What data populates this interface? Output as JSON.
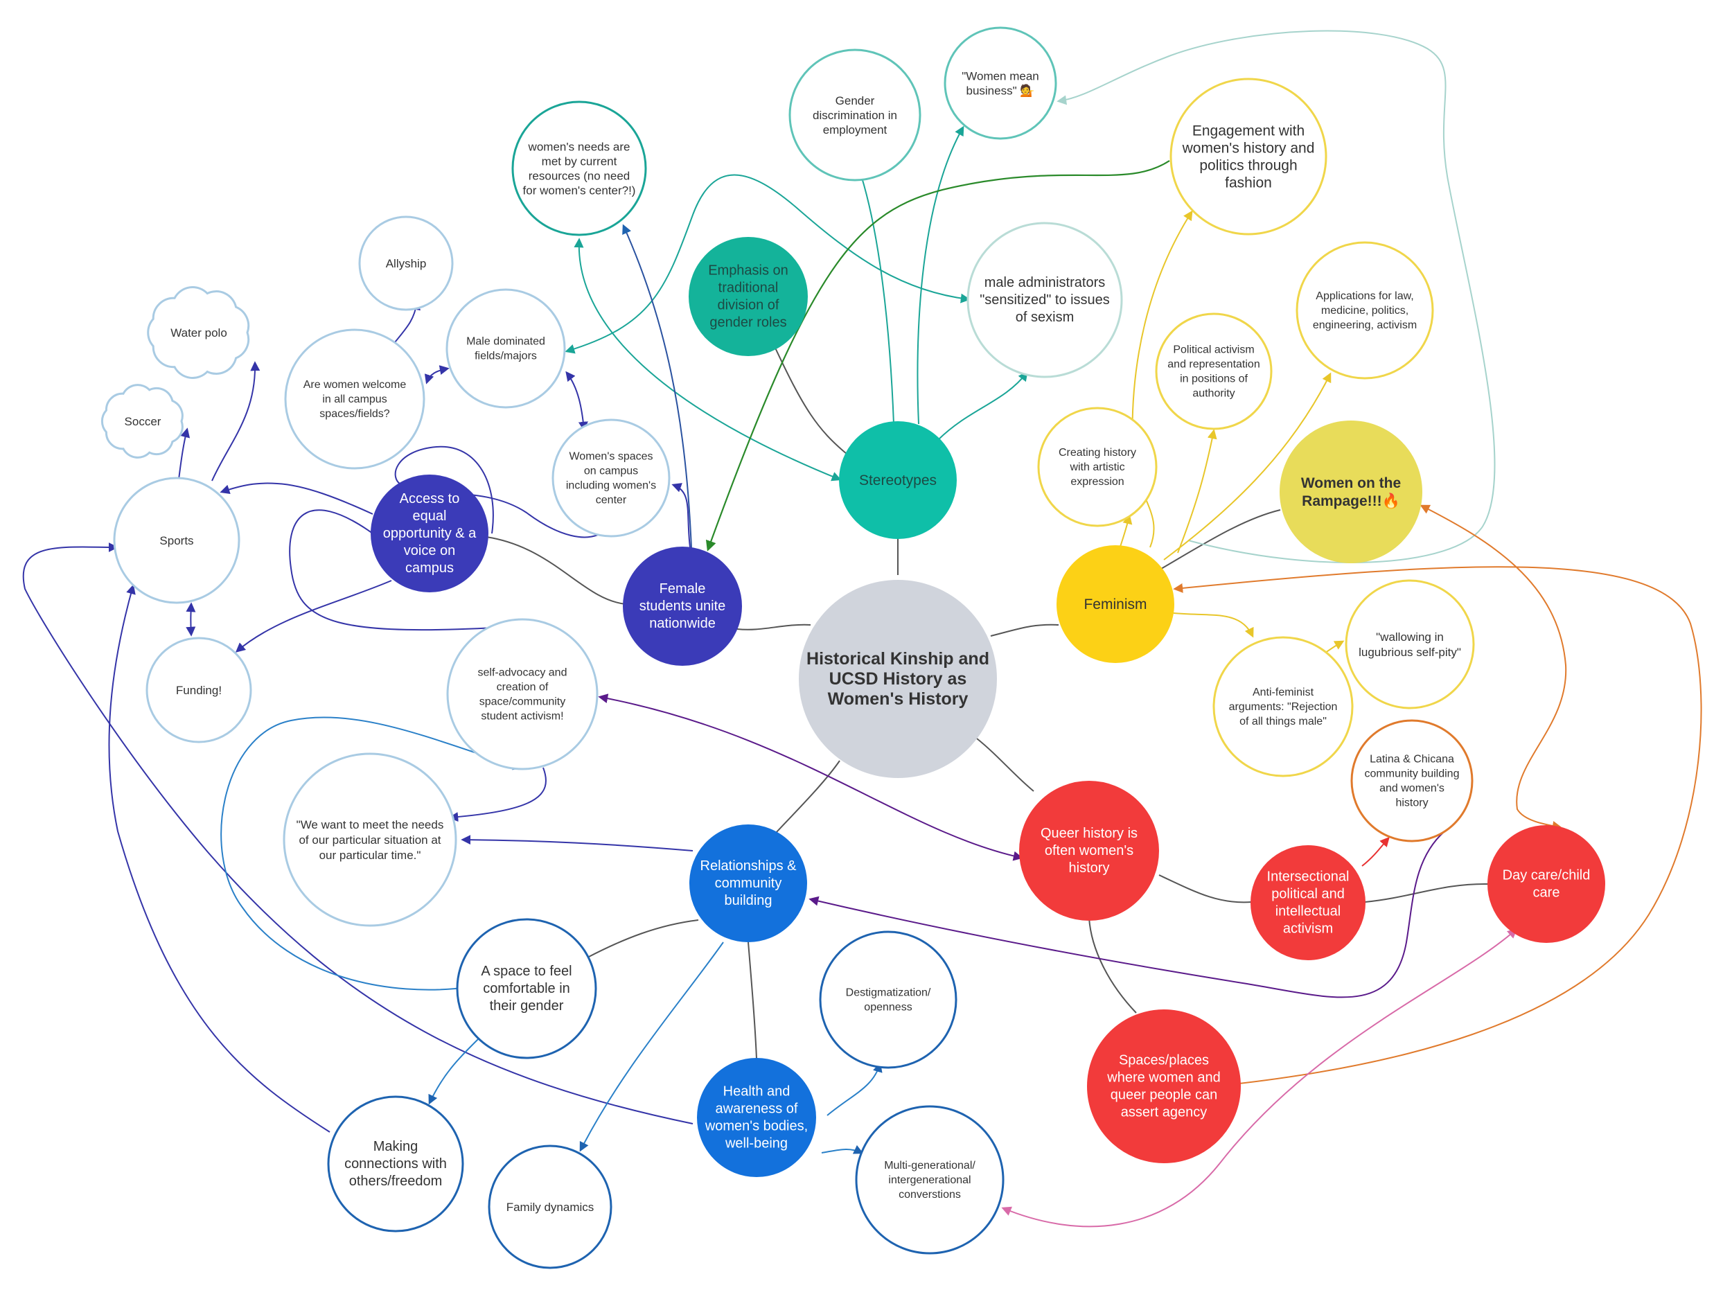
{
  "nodes": [
    {
      "id": "center",
      "lines": [
        "Historical Kinship and",
        "UCSD History as",
        "Women's History"
      ],
      "fill": "#d0d4dc",
      "stroke": "#d0d4dc",
      "text_color": "#333333",
      "bold": true
    },
    {
      "id": "stereotypes",
      "lines": [
        "Stereotypes"
      ],
      "fill": "#0fbfa8",
      "stroke": "#0fbfa8",
      "text_color": "#1d4a44"
    },
    {
      "id": "emphasis",
      "lines": [
        "Emphasis on",
        "traditional",
        "division of",
        "gender roles"
      ],
      "fill": "#14b39a",
      "stroke": "#14b39a",
      "text_color": "#1d4a44"
    },
    {
      "id": "gender-disc",
      "lines": [
        "Gender",
        "discrimination in",
        "employment"
      ],
      "fill": "#ffffff",
      "stroke": "#5fc4b8",
      "text_color": "#333333"
    },
    {
      "id": "women-mean",
      "lines": [
        "\"Women mean",
        "business\" 💁"
      ],
      "fill": "#ffffff",
      "stroke": "#5fc4b8",
      "text_color": "#333333"
    },
    {
      "id": "needs-met",
      "lines": [
        "women's needs are",
        "met by current",
        "resources (no need",
        "for women's center?!)"
      ],
      "fill": "#ffffff",
      "stroke": "#1aa597",
      "text_color": "#333333"
    },
    {
      "id": "male-admin",
      "lines": [
        "male administrators",
        "\"sensitized\" to issues",
        "of sexism"
      ],
      "fill": "#ffffff",
      "stroke": "#b9dcd6",
      "text_color": "#333333"
    },
    {
      "id": "engagement",
      "lines": [
        "Engagement with",
        "women's history and",
        "politics through",
        "fashion"
      ],
      "fill": "#ffffff",
      "stroke": "#f0d64a",
      "text_color": "#333333"
    },
    {
      "id": "applications",
      "lines": [
        "Applications for law,",
        "medicine, politics,",
        "engineering, activism"
      ],
      "fill": "#ffffff",
      "stroke": "#f0d64a",
      "text_color": "#333333"
    },
    {
      "id": "political",
      "lines": [
        "Political activism",
        "and representation",
        "in positions of",
        "authority"
      ],
      "fill": "#ffffff",
      "stroke": "#f0d64a",
      "text_color": "#333333"
    },
    {
      "id": "creating",
      "lines": [
        "Creating history",
        "with artistic",
        "expression"
      ],
      "fill": "#ffffff",
      "stroke": "#f0d64a",
      "text_color": "#333333"
    },
    {
      "id": "rampage",
      "lines": [
        "Women on the",
        "Rampage!!!🔥"
      ],
      "fill": "#e8dc5a",
      "stroke": "#e8dc5a",
      "text_color": "#333333",
      "bold": true
    },
    {
      "id": "feminism",
      "lines": [
        "Feminism"
      ],
      "fill": "#fcd116",
      "stroke": "#fcd116",
      "text_color": "#333333"
    },
    {
      "id": "wallowing",
      "lines": [
        "\"wallowing in",
        "lugubrious self-pity\""
      ],
      "fill": "#ffffff",
      "stroke": "#f0d64a",
      "text_color": "#333333"
    },
    {
      "id": "anti-feminist",
      "lines": [
        "Anti-feminist",
        "arguments: \"Rejection",
        "of all things male\""
      ],
      "fill": "#ffffff",
      "stroke": "#f0d64a",
      "text_color": "#333333"
    },
    {
      "id": "latina",
      "lines": [
        "Latina & Chicana",
        "community building",
        "and women's",
        "history"
      ],
      "fill": "#ffffff",
      "stroke": "#e07a2c",
      "text_color": "#333333"
    },
    {
      "id": "queer",
      "lines": [
        "Queer history is",
        "often women's",
        "history"
      ],
      "fill": "#f23b3b",
      "stroke": "#f23b3b",
      "text_color": "#ffffff"
    },
    {
      "id": "intersectional",
      "lines": [
        "Intersectional",
        "political and",
        "intellectual",
        "activism"
      ],
      "fill": "#f23b3b",
      "stroke": "#f23b3b",
      "text_color": "#ffffff"
    },
    {
      "id": "daycare",
      "lines": [
        "Day care/child",
        "care"
      ],
      "fill": "#f23b3b",
      "stroke": "#f23b3b",
      "text_color": "#ffffff"
    },
    {
      "id": "spaces-places",
      "lines": [
        "Spaces/places",
        "where women and",
        "queer people can",
        "assert agency"
      ],
      "fill": "#f23b3b",
      "stroke": "#f23b3b",
      "text_color": "#ffffff"
    },
    {
      "id": "relationships",
      "lines": [
        "Relationships &",
        "community",
        "building"
      ],
      "fill": "#1371dc",
      "stroke": "#1371dc",
      "text_color": "#ffffff"
    },
    {
      "id": "health",
      "lines": [
        "Health and",
        "awareness of",
        "women's bodies,",
        "well-being"
      ],
      "fill": "#1371dc",
      "stroke": "#1371dc",
      "text_color": "#ffffff"
    },
    {
      "id": "comfortable",
      "lines": [
        "A space to feel",
        "comfortable in",
        "their gender"
      ],
      "fill": "#ffffff",
      "stroke": "#1e63b0",
      "text_color": "#333333"
    },
    {
      "id": "destig",
      "lines": [
        "Destigmatization/",
        "openness"
      ],
      "fill": "#ffffff",
      "stroke": "#1e63b0",
      "text_color": "#333333"
    },
    {
      "id": "making",
      "lines": [
        "Making",
        "connections with",
        "others/freedom"
      ],
      "fill": "#ffffff",
      "stroke": "#1e63b0",
      "text_color": "#333333"
    },
    {
      "id": "family",
      "lines": [
        "Family dynamics"
      ],
      "fill": "#ffffff",
      "stroke": "#1e63b0",
      "text_color": "#333333"
    },
    {
      "id": "multigen",
      "lines": [
        "Multi-generational/",
        "intergenerational",
        "converstions"
      ],
      "fill": "#ffffff",
      "stroke": "#1e63b0",
      "text_color": "#333333"
    },
    {
      "id": "we-want",
      "lines": [
        "\"We want to meet the needs",
        "of our particular situation at",
        "our particular time.\""
      ],
      "fill": "#ffffff",
      "stroke": "#a9cbe3",
      "text_color": "#333333"
    },
    {
      "id": "self-advocacy",
      "lines": [
        "self-advocacy and",
        "creation of",
        "space/community",
        "student activism!"
      ],
      "fill": "#ffffff",
      "stroke": "#a9cbe3",
      "text_color": "#333333"
    },
    {
      "id": "female-students",
      "lines": [
        "Female",
        "students unite",
        "nationwide"
      ],
      "fill": "#3b3bb8",
      "stroke": "#3b3bb8",
      "text_color": "#ffffff"
    },
    {
      "id": "access",
      "lines": [
        "Access to",
        "equal",
        "opportunity & a",
        "voice on",
        "campus"
      ],
      "fill": "#3b3bb8",
      "stroke": "#3b3bb8",
      "text_color": "#ffffff"
    },
    {
      "id": "womens-spaces",
      "lines": [
        "Women's spaces",
        "on campus",
        "including women's",
        "center"
      ],
      "fill": "#ffffff",
      "stroke": "#a9cbe3",
      "text_color": "#333333"
    },
    {
      "id": "male-dominated",
      "lines": [
        "Male dominated",
        "fields/majors"
      ],
      "fill": "#ffffff",
      "stroke": "#a9cbe3",
      "text_color": "#333333"
    },
    {
      "id": "welcome",
      "lines": [
        "Are women welcome",
        "in all campus",
        "spaces/fields?"
      ],
      "fill": "#ffffff",
      "stroke": "#a9cbe3",
      "text_color": "#333333"
    },
    {
      "id": "allyship",
      "lines": [
        "Allyship"
      ],
      "fill": "#ffffff",
      "stroke": "#a9cbe3",
      "text_color": "#333333"
    },
    {
      "id": "sports",
      "lines": [
        "Sports"
      ],
      "fill": "#ffffff",
      "stroke": "#a9cbe3",
      "text_color": "#333333"
    },
    {
      "id": "funding",
      "lines": [
        "Funding!"
      ],
      "fill": "#ffffff",
      "stroke": "#a9cbe3",
      "text_color": "#333333"
    },
    {
      "id": "water-polo",
      "lines": [
        "Water polo"
      ],
      "fill": "#ffffff",
      "stroke": "#a9cbe3",
      "text_color": "#333333",
      "cloud": true
    },
    {
      "id": "soccer",
      "lines": [
        "Soccer"
      ],
      "fill": "#ffffff",
      "stroke": "#a9cbe3",
      "text_color": "#333333",
      "cloud": true
    }
  ]
}
